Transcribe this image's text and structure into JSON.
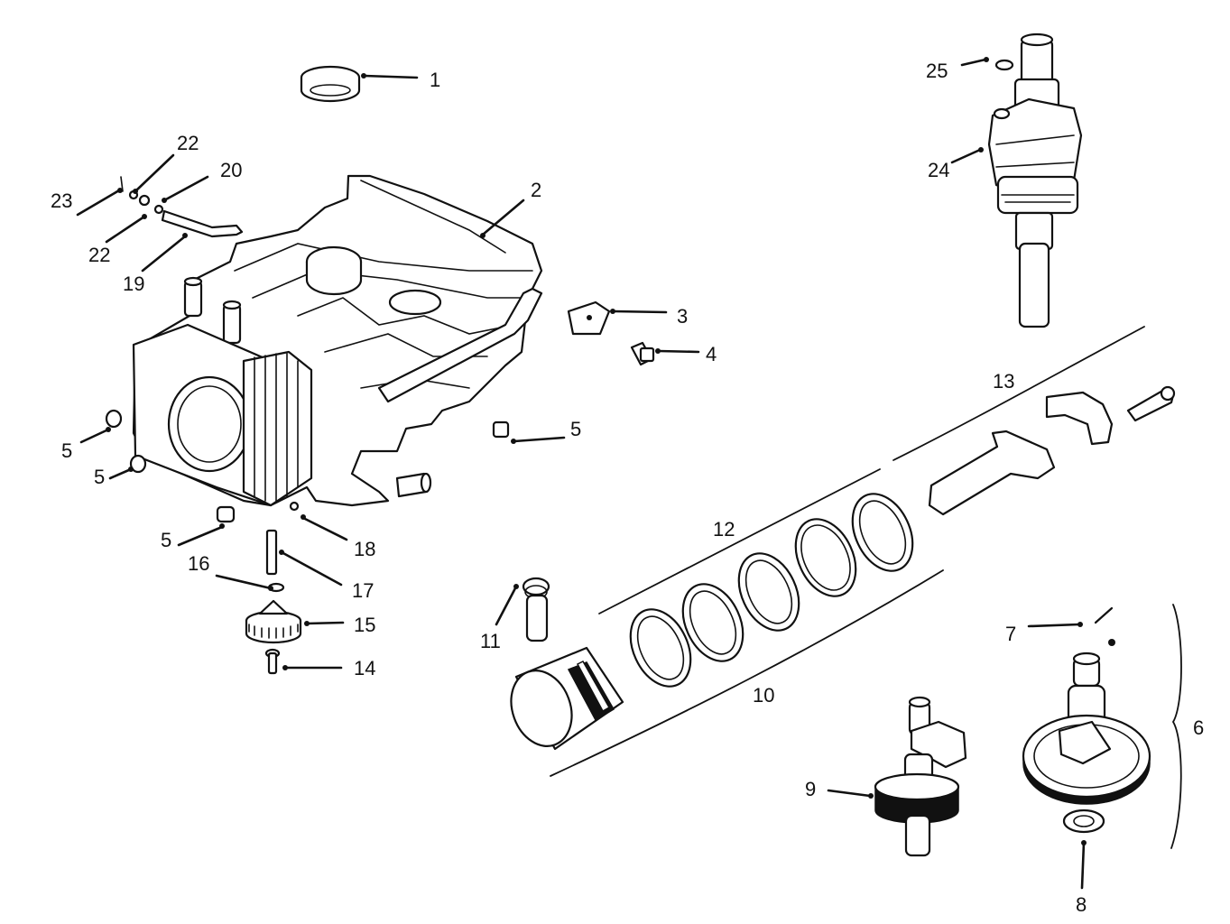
{
  "callouts": {
    "c1": "1",
    "c2": "2",
    "c3": "3",
    "c4": "4",
    "c5a": "5",
    "c5b": "5",
    "c5c": "5",
    "c5d": "5",
    "c6": "6",
    "c7": "7",
    "c8": "8",
    "c9": "9",
    "c10": "10",
    "c11": "11",
    "c12": "12",
    "c13": "13",
    "c14": "14",
    "c15": "15",
    "c16": "16",
    "c17": "17",
    "c18": "18",
    "c19": "19",
    "c20": "20",
    "c22a": "22",
    "c22b": "22",
    "c23": "23",
    "c24": "24",
    "c25": "25"
  }
}
